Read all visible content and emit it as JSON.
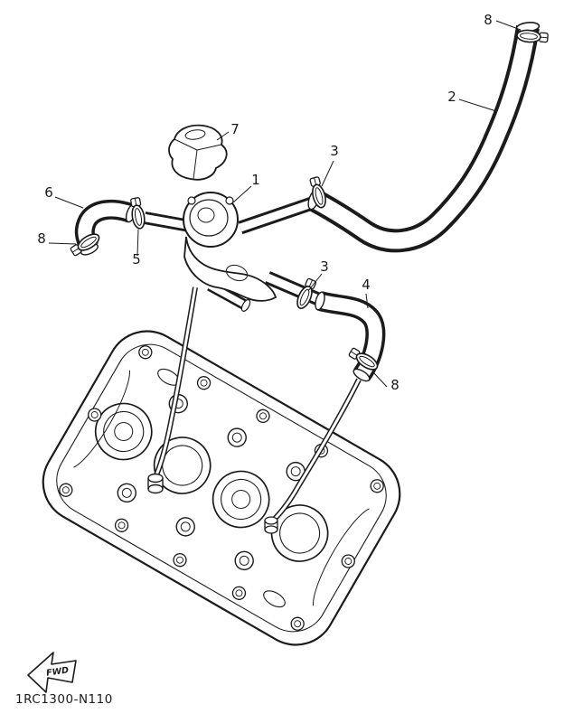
{
  "diagram": {
    "code": "1RC1300-N110",
    "fwd_label": "FWD",
    "colors": {
      "ink": "#1b1b1b",
      "paper": "#ffffff"
    },
    "callouts": [
      {
        "label": "8"
      },
      {
        "label": "2"
      },
      {
        "label": "3"
      },
      {
        "label": "7"
      },
      {
        "label": "1"
      },
      {
        "label": "6"
      },
      {
        "label": "8"
      },
      {
        "label": "5"
      },
      {
        "label": "3"
      },
      {
        "label": "4"
      },
      {
        "label": "8"
      }
    ]
  }
}
